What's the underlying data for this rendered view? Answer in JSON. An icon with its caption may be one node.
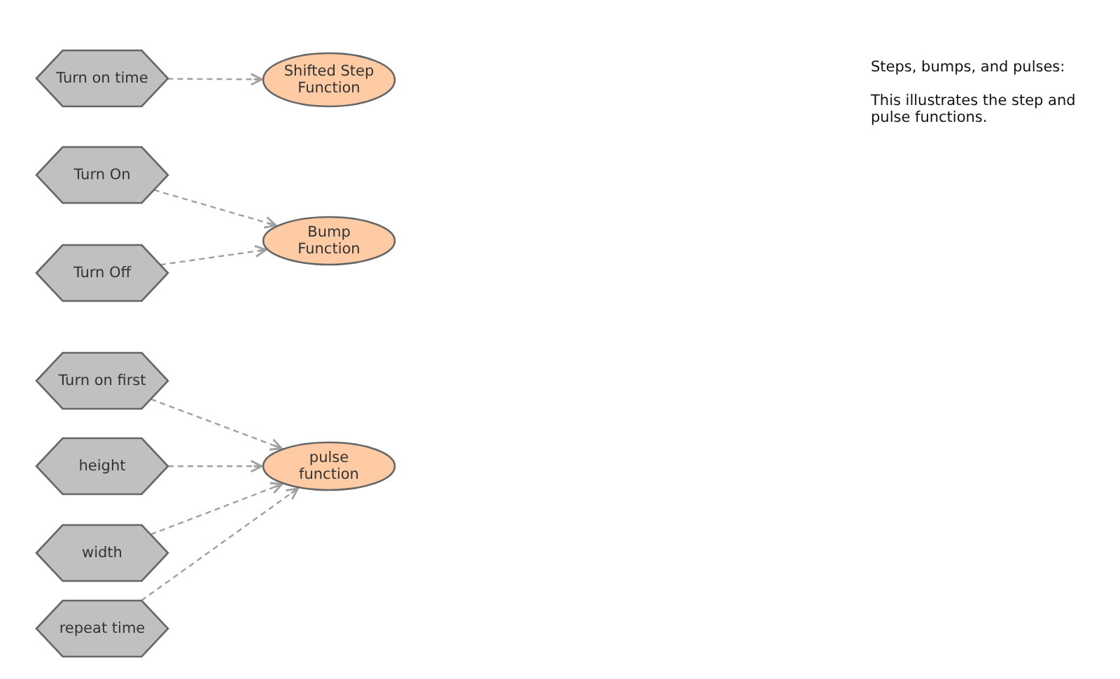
{
  "diagram": {
    "nodes": [
      {
        "text": [
          "Turn on time"
        ]
      },
      {
        "text": [
          "Shifted Step Function"
        ]
      },
      {
        "text": [
          "Turn On"
        ]
      },
      {
        "text": [
          "Bump Function"
        ]
      },
      {
        "text": [
          "Turn Off"
        ]
      },
      {
        "text": [
          "Turn on first"
        ]
      },
      {
        "text": [
          "height"
        ]
      },
      {
        "text": [
          "pulse function"
        ]
      },
      {
        "text": [
          "width"
        ]
      },
      {
        "text": [
          "repeat time"
        ]
      }
    ],
    "edges": [
      {
        "from": 0,
        "to": 1,
        "arrow": "to",
        "style": "dashed"
      },
      {
        "from": 2,
        "to": 3,
        "arrow": "to",
        "style": "dashed"
      },
      {
        "from": 4,
        "to": 3,
        "arrow": "to",
        "style": "dashed"
      },
      {
        "from": 5,
        "to": 7,
        "arrow": "to",
        "style": "dashed"
      },
      {
        "from": 6,
        "to": 7,
        "arrow": "to",
        "style": "dashed"
      },
      {
        "from": 8,
        "to": 7,
        "arrow": "to",
        "style": "dashed"
      },
      {
        "from": 9,
        "to": 7,
        "arrow": "to",
        "style": "dashed"
      }
    ],
    "labels": [
      "Steps, bumps, and pulses:",
      "This illustrates the step and pulse functions."
    ]
  }
}
